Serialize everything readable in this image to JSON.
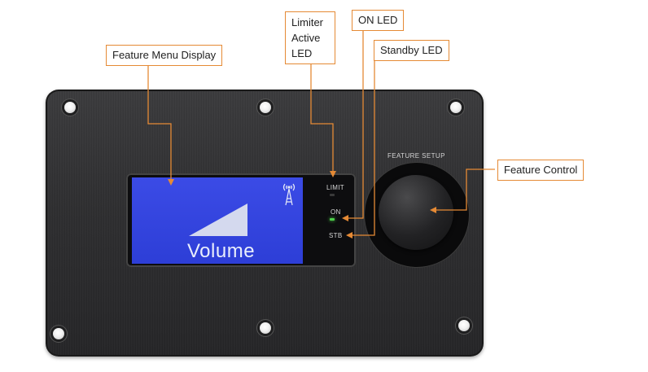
{
  "callouts": {
    "feature_menu_display": "Feature Menu Display",
    "limiter_line1": "Limiter",
    "limiter_line2": "Active",
    "limiter_line3": "LED",
    "on_led": "ON LED",
    "standby_led": "Standby LED",
    "feature_control": "Feature Control"
  },
  "panel": {
    "feature_setup": "FEATURE SETUP",
    "limit_label": "LIMIT",
    "on_label": "ON",
    "stb_label": "STB",
    "lcd_text": "Volume"
  },
  "colors": {
    "callout_border": "#e58a35",
    "arrow": "#e58a35",
    "lcd_background": "#2d3ed7",
    "on_led": "#4dd04a"
  },
  "icons": {
    "lcd_graphic": "volume-ramp-icon",
    "lcd_status": "antenna-icon"
  }
}
